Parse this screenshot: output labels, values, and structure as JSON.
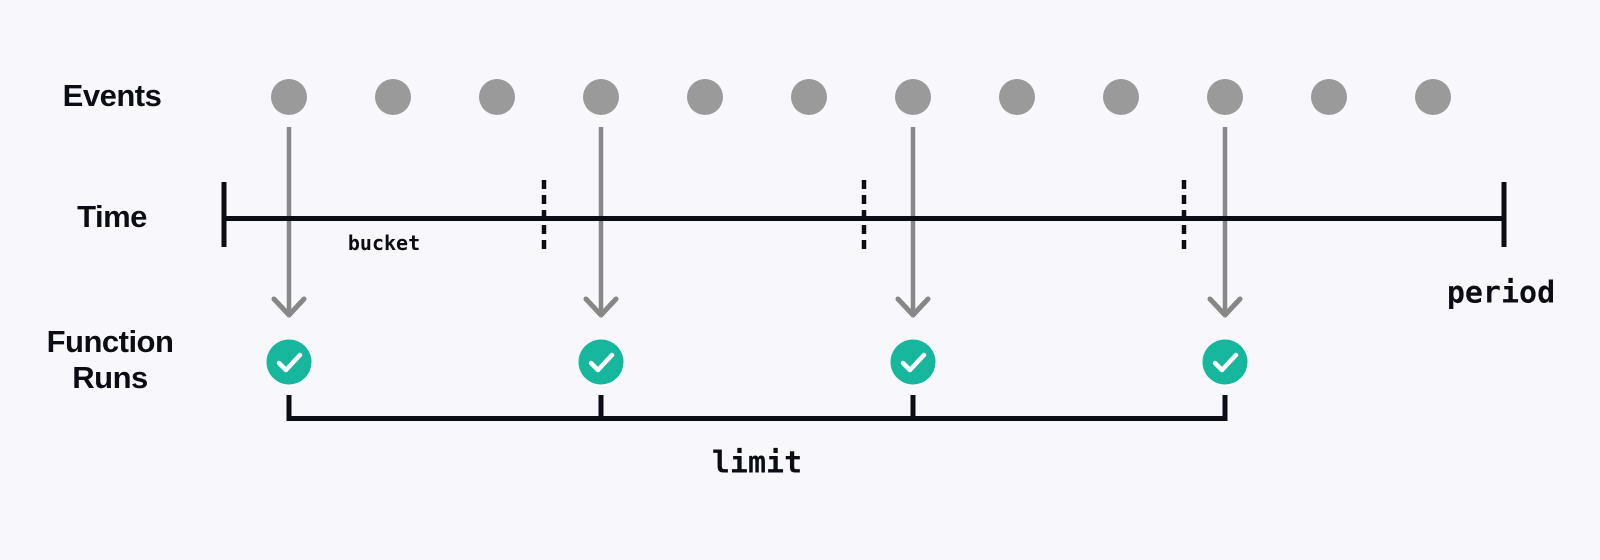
{
  "diagram": {
    "background_color": "#F8F8FC",
    "text_color": "#0C0C14",
    "labels": {
      "events": "Events",
      "time": "Time",
      "function_runs_line1": "Function",
      "function_runs_line2": "Runs",
      "bucket": "bucket",
      "period": "period",
      "limit": "limit"
    },
    "events": {
      "count": 12,
      "dot_color": "#9A9A9A"
    },
    "arrows": {
      "color": "#878787",
      "event_indices": [
        0,
        3,
        6,
        9
      ]
    },
    "timeline": {
      "color": "#0C0C14",
      "bucket_count": 4,
      "divider_style": "dashed"
    },
    "function_runs": {
      "count": 4,
      "circle_color": "#17B79E",
      "check_color": "#FFFFFF"
    },
    "bracket": {
      "color": "#0C0C14"
    }
  }
}
